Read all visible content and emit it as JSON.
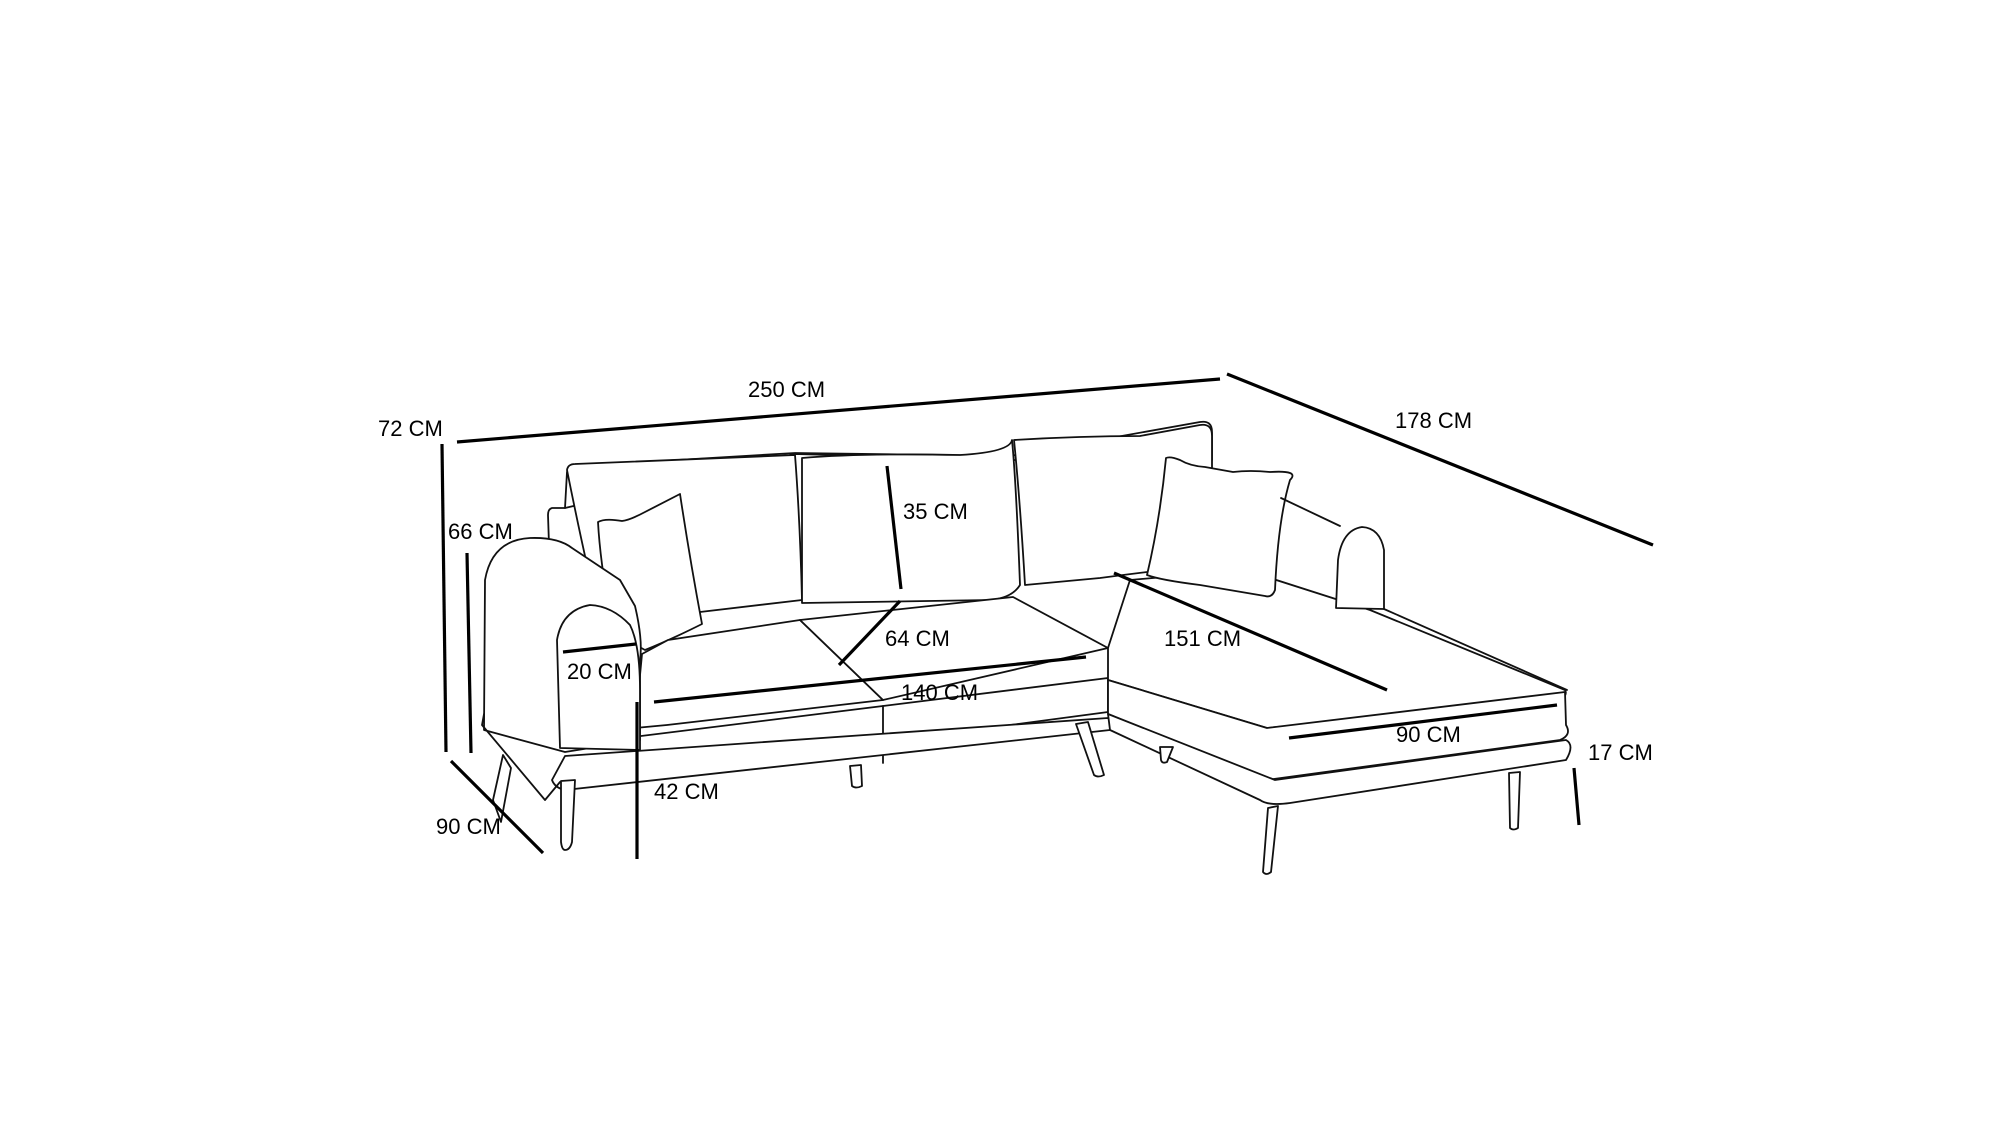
{
  "diagram": {
    "subject": "L-shaped corner sofa with chaise",
    "background": "#ffffff",
    "line_color": "#000000",
    "dimensions": {
      "total_width": "250 CM",
      "total_depth_chaise": "178 CM",
      "total_height": "72 CM",
      "backrest_height": "66 CM",
      "side_depth": "90 CM",
      "back_cushion_height": "35 CM",
      "seat_depth": "64 CM",
      "armrest_width": "20 CM",
      "seat_width": "140 CM",
      "seat_height": "42 CM",
      "chaise_length": "151 CM",
      "chaise_width": "90 CM",
      "leg_height": "17 CM"
    }
  }
}
